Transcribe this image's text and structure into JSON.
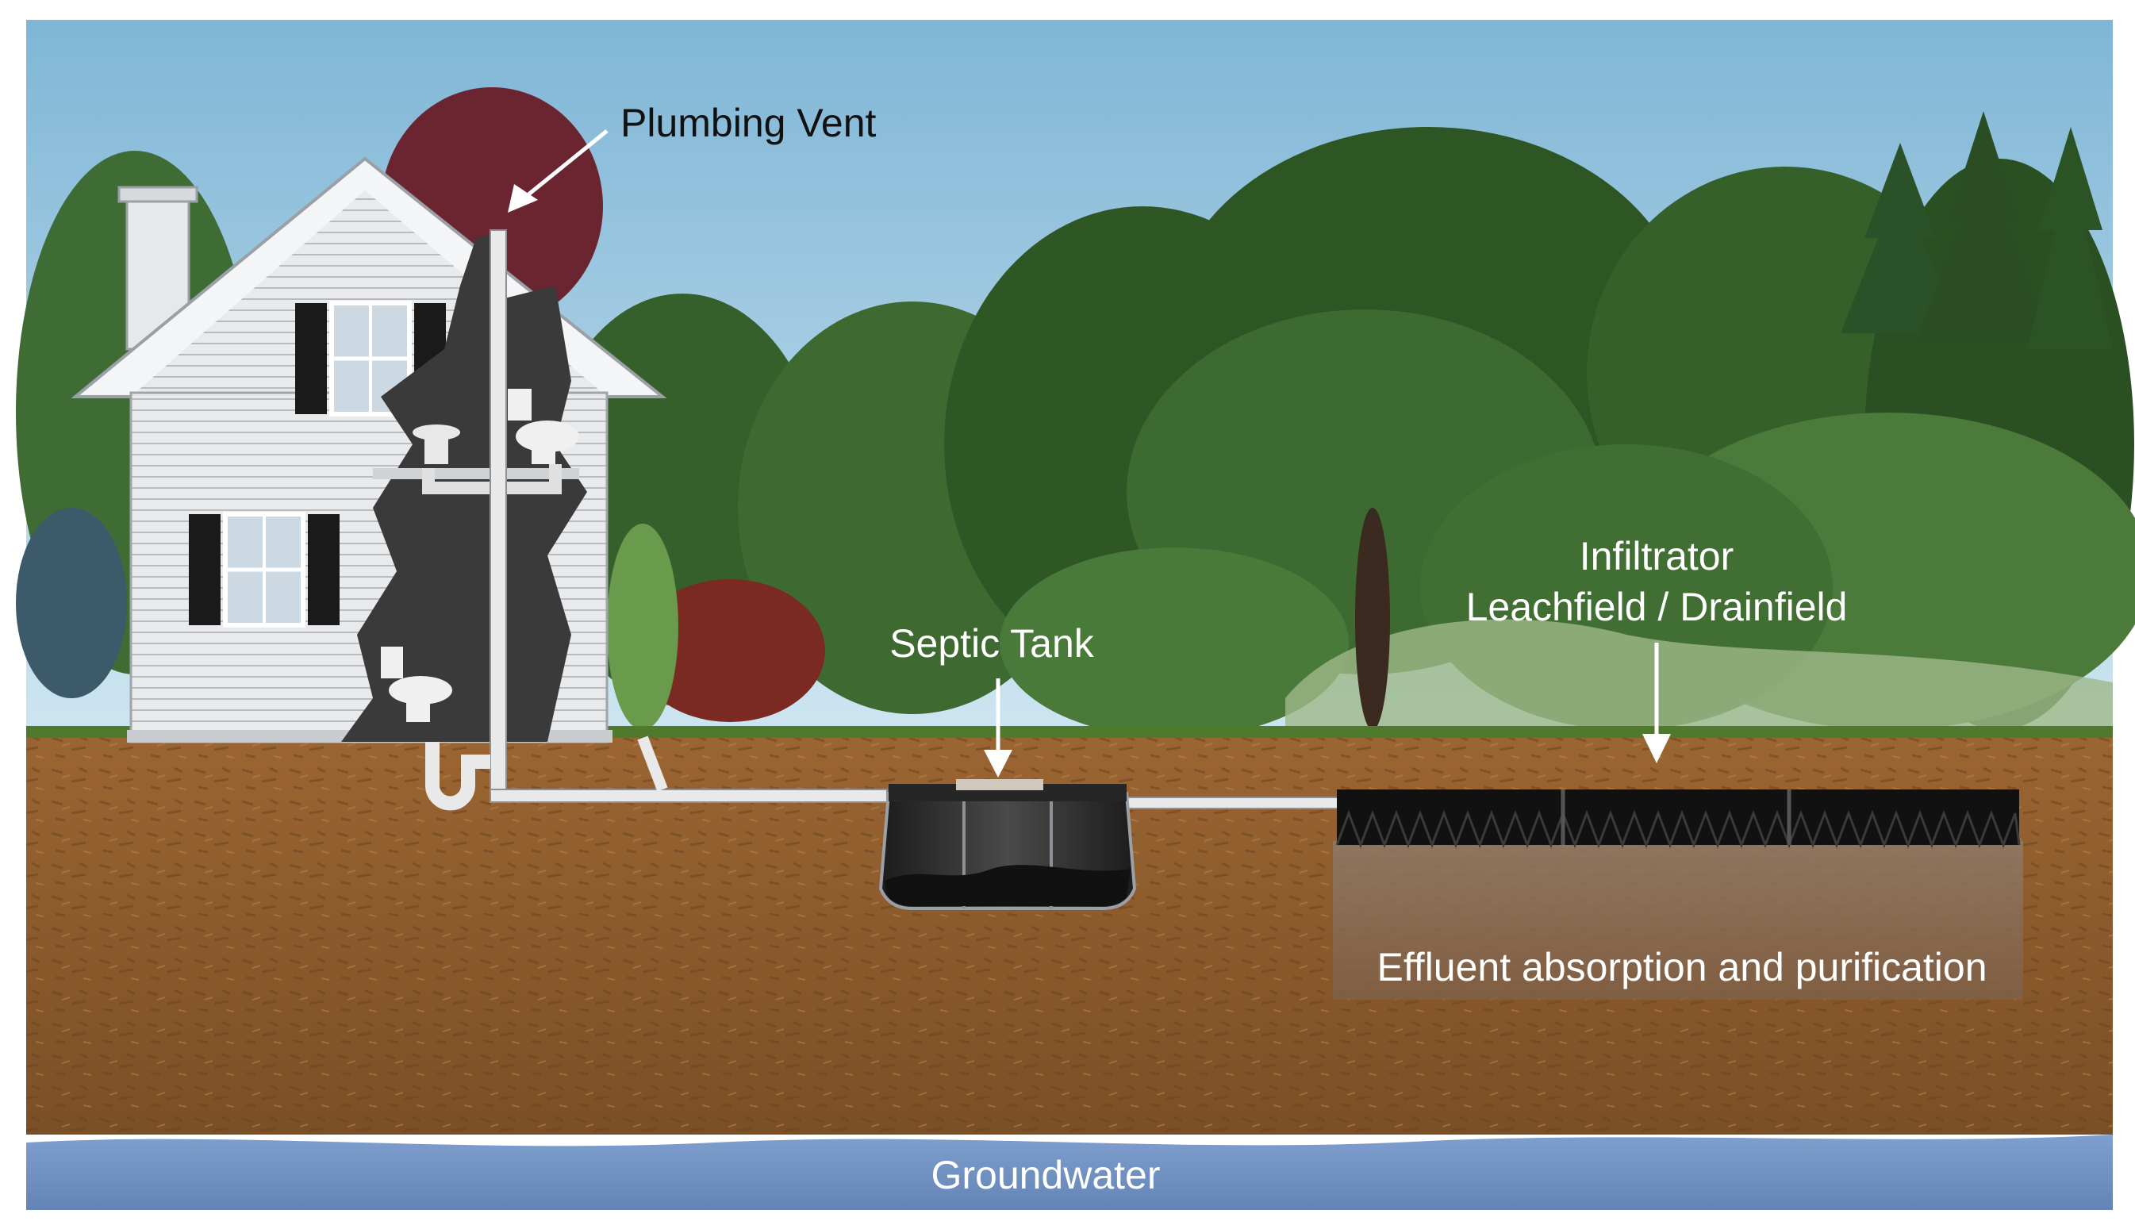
{
  "labels": {
    "plumbing_vent": "Plumbing Vent",
    "septic_tank": "Septic Tank",
    "infiltrator_line1": "Infiltrator",
    "infiltrator_line2": "Leachfield / Drainfield",
    "effluent": "Effluent absorption and purification",
    "groundwater": "Groundwater"
  },
  "colors": {
    "sky": "#a9d3e8",
    "soil": "#8a5a2b",
    "grass": "#4f7a2e",
    "groundwater": "#6d8fbf",
    "house_siding": "#e6e8ea",
    "tank": "#2b2b2b",
    "label_dark": "#111111",
    "label_light": "#ffffff"
  }
}
